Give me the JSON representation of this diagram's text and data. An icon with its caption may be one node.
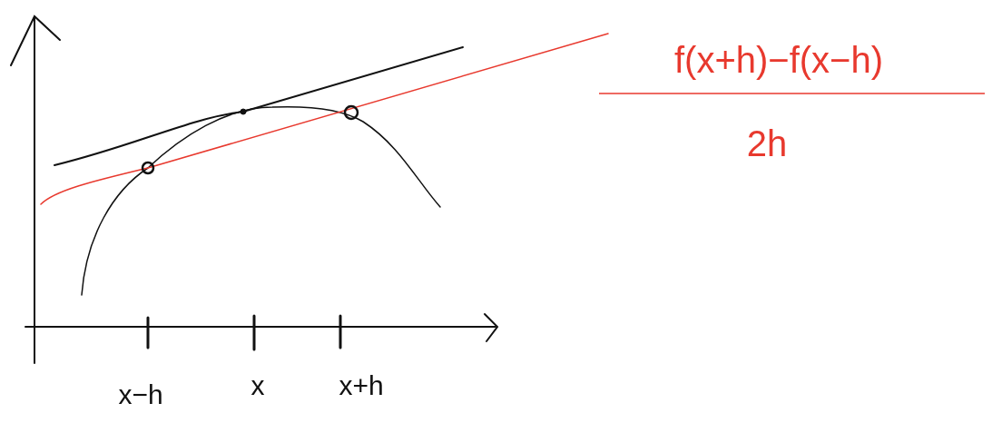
{
  "diagram": {
    "labels": [
      "x−h",
      "x",
      "x+h",
      "f(x+h)−f(x−h)",
      "2h"
    ]
  }
}
